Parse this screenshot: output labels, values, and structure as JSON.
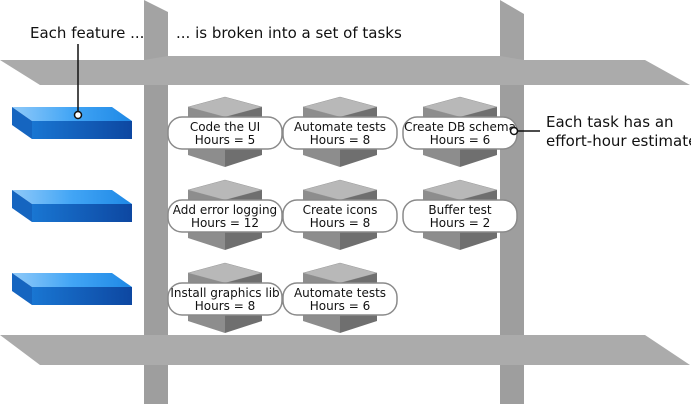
{
  "annotations": {
    "features_label": "Each feature ...",
    "tasks_label": "... is broken into a set of tasks",
    "estimate_label_line1": "Each task has an",
    "estimate_label_line2": "effort-hour estimate"
  },
  "features": [
    {
      "id": "feature-1"
    },
    {
      "id": "feature-2"
    },
    {
      "id": "feature-3"
    }
  ],
  "tasks": [
    {
      "name": "Code the UI",
      "hours_label": "Hours = 5",
      "hours": 5
    },
    {
      "name": "Automate tests",
      "hours_label": "Hours = 8",
      "hours": 8
    },
    {
      "name": "Create DB schema",
      "hours_label": "Hours = 6",
      "hours": 6
    },
    {
      "name": "Add error logging",
      "hours_label": "Hours = 12",
      "hours": 12
    },
    {
      "name": "Create icons",
      "hours_label": "Hours = 8",
      "hours": 8
    },
    {
      "name": "Buffer test",
      "hours_label": "Hours = 2",
      "hours": 2
    },
    {
      "name": "Install graphics lib",
      "hours_label": "Hours = 8",
      "hours": 8
    },
    {
      "name": "Automate tests",
      "hours_label": "Hours = 6",
      "hours": 6
    }
  ],
  "colors": {
    "feature_blue": "#1565c0",
    "feature_light": "#64b5f6",
    "frame_gray": "#a9a9a9",
    "frame_dark": "#8c8c8c",
    "cube_top": "#b0b0b0",
    "cube_left": "#8a8a8a",
    "cube_right": "#6e6e6e",
    "label_bg": "#ffffff",
    "label_border": "#888888"
  }
}
